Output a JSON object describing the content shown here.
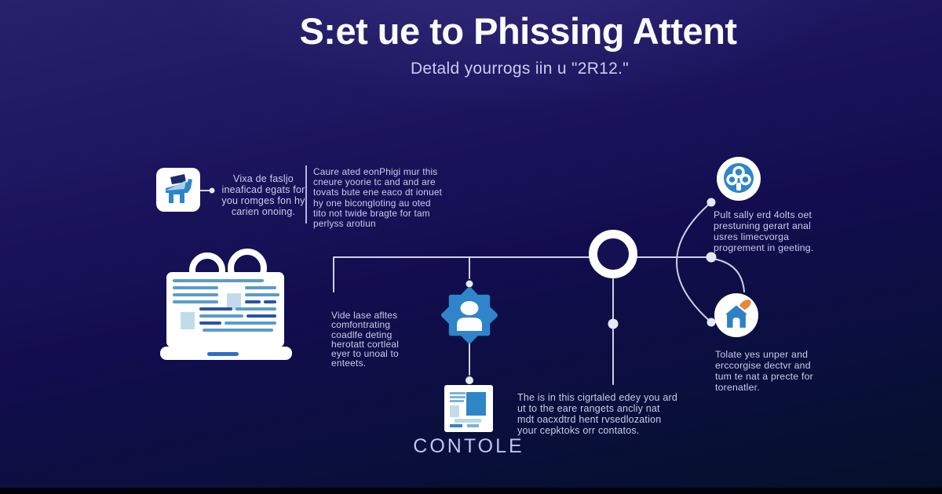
{
  "header": {
    "title": "S:et ue to Phissing Attent",
    "subtitle": "Detald yourrogs iin u \"2R12.\""
  },
  "notes": {
    "mail_callout": "Vixa de fasljo\nineaficad egats for\nyou romges fon hy\ncarien onoing.",
    "note_top": "Caure ated eonPhigi mur this\ncneure yoorie tc and and are\ntovats bute ene eaco dt ionuet\nhy one bicongloting au oted\ntito not twide bragte for tam\nperlyss arotiun",
    "note_mid": "Vide lase afltes\ncomfontrating\ncoadlfe deting\nherotatt cortleal\neyer to unoal to\nenteets.",
    "note_bottom": "The is in this cigrtaled edey you ard\nut to the eare rangets ancliy nat\nmdt oacxdtrd hent rvsedlozation\nyour cepktoks orr contatos.",
    "note_right_top": "Pult sally erd 4olts oet\nprestuning gerart anal\nusres limecvorga\nprogrement in geeting.",
    "note_right_bottom": "Tolate yes unper and\nerccorgise dectvr and\ntum te nat a precte for\ntorenatler."
  },
  "console": {
    "label": "CONTOLE"
  },
  "icons": {
    "left_badge": "flag-pet-icon",
    "callout_arrow": "arrow-left-icon",
    "laptop": "laptop-browser-icon",
    "person_badge": "person-badge-icon",
    "ring": "ring-node-icon",
    "console_doc": "document-icon",
    "right_top": "people-group-icon",
    "right_bottom": "home-icon"
  },
  "colors": {
    "background_top": "#27216b",
    "background_bottom": "#041029",
    "text_light": "#c9cdea",
    "line": "#d8dcf2",
    "white": "#ffffff",
    "icon_blue": "#2e86c6",
    "icon_blue_light": "#aacfe8",
    "icon_navy": "#1c2a6e",
    "accent_orange": "#e8873c"
  }
}
